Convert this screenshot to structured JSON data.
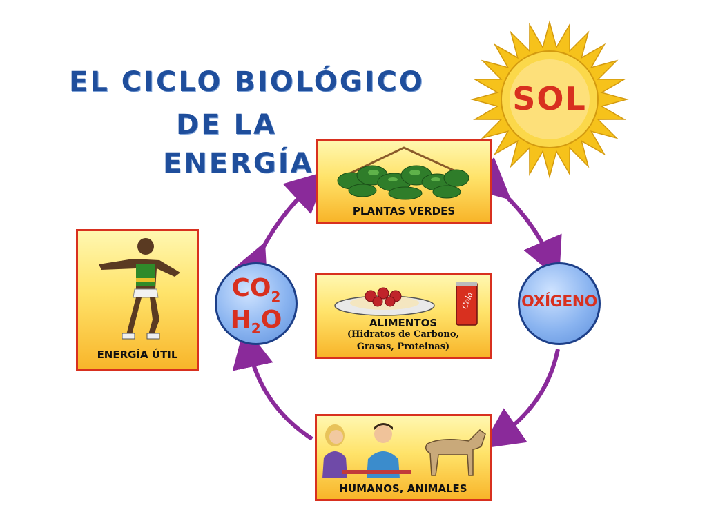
{
  "title": {
    "line1": "EL CICLO BIOLÓGICO",
    "line2": "DE LA",
    "line3": "ENERGÍA"
  },
  "sun": {
    "label": "SOL"
  },
  "nodes": {
    "plants": {
      "label": "PLANTAS VERDES"
    },
    "food": {
      "label": "ALIMENTOS",
      "sub1": "(Hidratos de Carbono,",
      "sub2": "Grasas, Proteinas)",
      "can_label": "Cola"
    },
    "humans": {
      "label": "HUMANOS, ANIMALES"
    },
    "energy": {
      "label": "ENERGÍA ÚTIL"
    },
    "oxygen": {
      "label": "OXÍGENO"
    },
    "co2": {
      "line1": "CO",
      "line1_sub": "2",
      "line2a": "H",
      "line2_sub": "2",
      "line2b": "O"
    }
  },
  "colors": {
    "title": "#1f4e9c",
    "card_border": "#d8301f",
    "arrow": "#8a2a9a",
    "sun": "#f6c21b",
    "sun_text": "#d8301f",
    "bubble": "#8ab4f0"
  },
  "icons": {
    "sun": "sun-icon",
    "plants": "plants-illustration",
    "food": "spaghetti-plate-illustration",
    "can": "cola-can-icon",
    "people": "people-eating-illustration",
    "dog": "dog-illustration",
    "athlete": "athlete-illustration"
  }
}
